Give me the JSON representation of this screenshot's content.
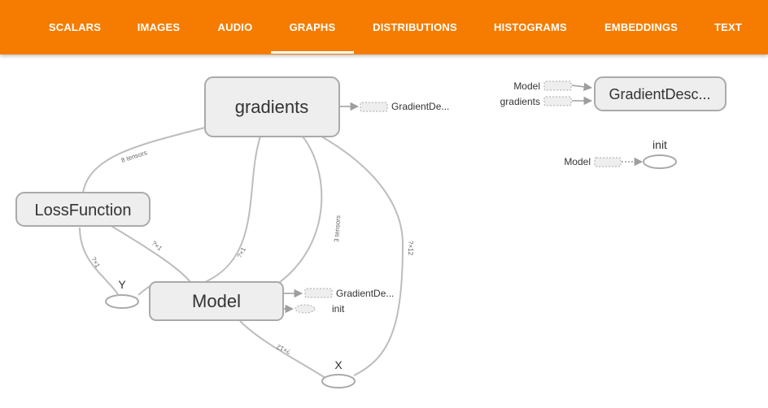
{
  "tabs": [
    {
      "label": "SCALARS"
    },
    {
      "label": "IMAGES"
    },
    {
      "label": "AUDIO"
    },
    {
      "label": "GRAPHS",
      "active": true
    },
    {
      "label": "DISTRIBUTIONS"
    },
    {
      "label": "HISTOGRAMS"
    },
    {
      "label": "EMBEDDINGS"
    },
    {
      "label": "TEXT"
    }
  ],
  "graph": {
    "nodes": {
      "gradients": "gradients",
      "loss": "LossFunction",
      "model": "Model",
      "y": "Y",
      "x": "X",
      "gd_right": "GradientDesc...",
      "init_right": "init"
    },
    "stubs": {
      "gradients_out": "GradientDe...",
      "model_out1": "GradientDe...",
      "model_out2": "init",
      "right_in1": "Model",
      "right_in2": "gradients",
      "right_init_in": "Model"
    },
    "edge_labels": {
      "grad_loss": "8 tensors",
      "loss_y": "?×1",
      "loss_model": "?×1",
      "grad_model_a": "?×1",
      "grad_model_b": "3 tensors",
      "grad_x": "?×12",
      "model_x": "?×12"
    }
  },
  "colors": {
    "accent": "#f57c00",
    "node_fill": "#eeeeee",
    "node_stroke": "#aaaaaa",
    "edge": "#bdbdbd"
  }
}
